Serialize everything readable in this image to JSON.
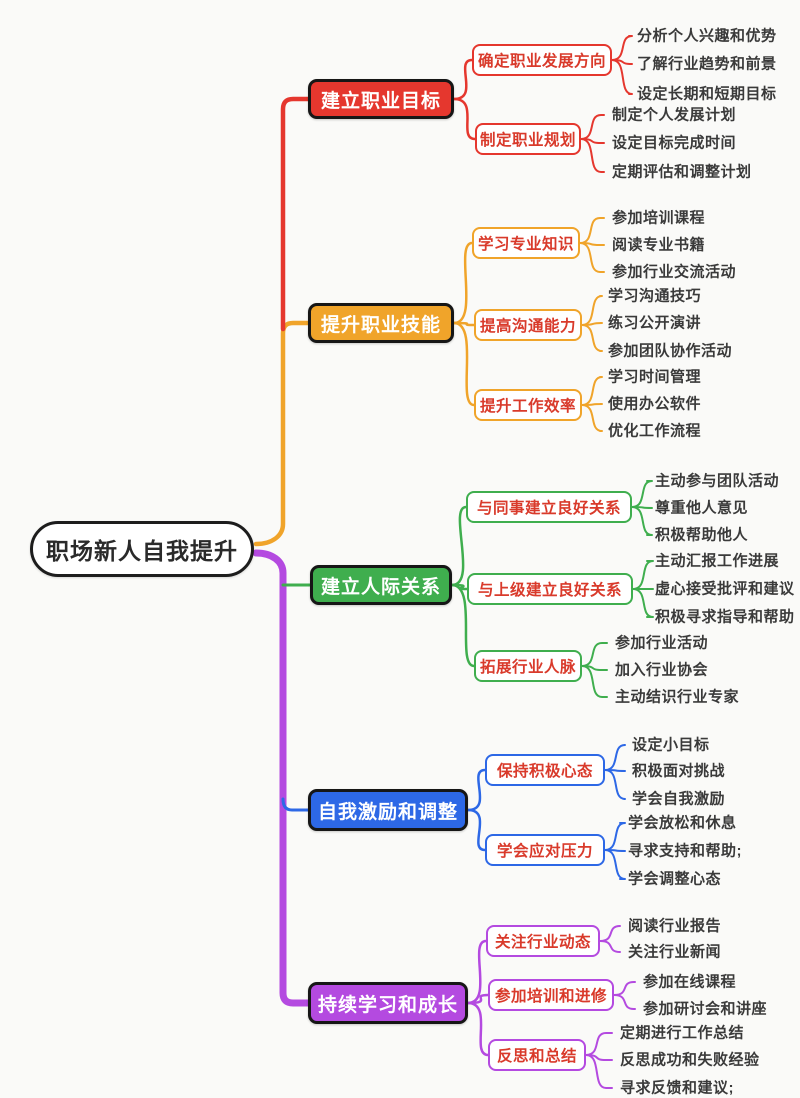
{
  "central": {
    "title": "职场新人自我提升"
  },
  "colors": {
    "red": "#E5372E",
    "orange": "#F0A42A",
    "green": "#3FAE4E",
    "blue": "#2D68E6",
    "purple": "#B44AE0",
    "level2_text": "#D93A2B",
    "leaf_text": "#3A3A3A",
    "node_border": "#161616",
    "background": "#FAFAF8",
    "central_bg": "#FFFFFF"
  },
  "branches": [
    {
      "id": "career-goals",
      "label": "建立职业目标",
      "color_key": "red",
      "children": [
        {
          "label": "确定职业发展方向",
          "leaves": [
            "分析个人兴趣和优势",
            "了解行业趋势和前景",
            "设定长期和短期目标"
          ]
        },
        {
          "label": "制定职业规划",
          "leaves": [
            "制定个人发展计划",
            "设定目标完成时间",
            "定期评估和调整计划"
          ]
        }
      ]
    },
    {
      "id": "professional-skills",
      "label": "提升职业技能",
      "color_key": "orange",
      "children": [
        {
          "label": "学习专业知识",
          "leaves": [
            "参加培训课程",
            "阅读专业书籍",
            "参加行业交流活动"
          ]
        },
        {
          "label": "提高沟通能力",
          "leaves": [
            "学习沟通技巧",
            "练习公开演讲",
            "参加团队协作活动"
          ]
        },
        {
          "label": "提升工作效率",
          "leaves": [
            "学习时间管理",
            "使用办公软件",
            "优化工作流程"
          ]
        }
      ]
    },
    {
      "id": "relationships",
      "label": "建立人际关系",
      "color_key": "green",
      "children": [
        {
          "label": "与同事建立良好关系",
          "leaves": [
            "主动参与团队活动",
            "尊重他人意见",
            "积极帮助他人"
          ]
        },
        {
          "label": "与上级建立良好关系",
          "leaves": [
            "主动汇报工作进展",
            "虚心接受批评和建议",
            "积极寻求指导和帮助"
          ]
        },
        {
          "label": "拓展行业人脉",
          "leaves": [
            "参加行业活动",
            "加入行业协会",
            "主动结识行业专家"
          ]
        }
      ]
    },
    {
      "id": "self-motivation",
      "label": "自我激励和调整",
      "color_key": "blue",
      "children": [
        {
          "label": "保持积极心态",
          "leaves": [
            "设定小目标",
            "积极面对挑战",
            "学会自我激励"
          ]
        },
        {
          "label": "学会应对压力",
          "leaves": [
            "学会放松和休息",
            "寻求支持和帮助;",
            "学会调整心态"
          ]
        }
      ]
    },
    {
      "id": "continuous-learning",
      "label": "持续学习和成长",
      "color_key": "purple",
      "children": [
        {
          "label": "关注行业动态",
          "leaves": [
            "阅读行业报告",
            "关注行业新闻"
          ]
        },
        {
          "label": "参加培训和进修",
          "leaves": [
            "参加在线课程",
            "参加研讨会和讲座"
          ]
        },
        {
          "label": "反思和总结",
          "leaves": [
            "定期进行工作总结",
            "反思成功和失败经验",
            "寻求反馈和建议;"
          ]
        }
      ]
    }
  ]
}
